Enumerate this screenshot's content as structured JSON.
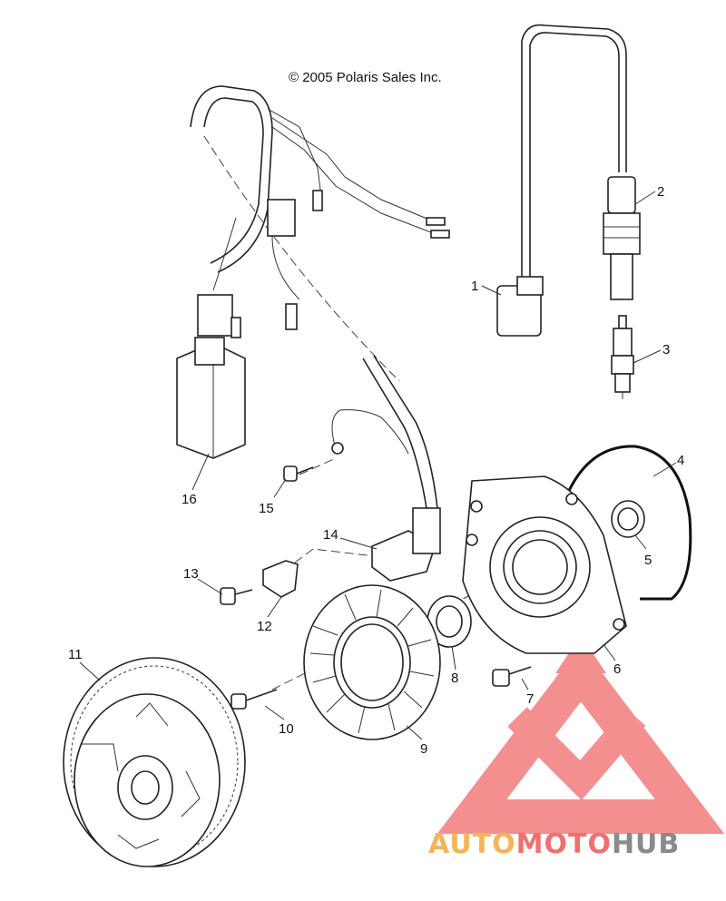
{
  "copyright": "© 2005 Polaris Sales Inc.",
  "watermark": {
    "part1": "AUTO",
    "part2": "MOTO",
    "part3": "HUB",
    "color_auto": "#f4b55a",
    "color_moto": "#f07070",
    "color_hub": "#8a8a8a",
    "logo_color": "#f06a6a"
  },
  "callouts": [
    "1",
    "2",
    "3",
    "4",
    "5",
    "6",
    "7",
    "8",
    "9",
    "10",
    "11",
    "12",
    "13",
    "14",
    "15",
    "16"
  ]
}
